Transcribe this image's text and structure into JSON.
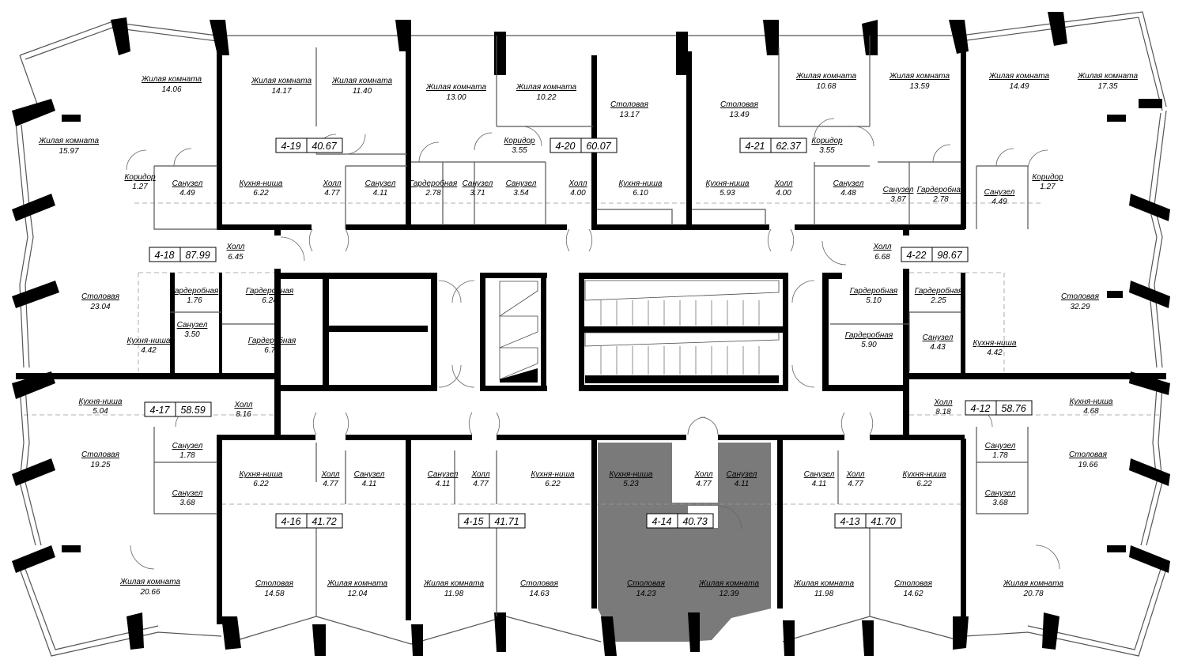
{
  "apartments": [
    {
      "id": "4-19",
      "area": "40.67"
    },
    {
      "id": "4-20",
      "area": "60.07"
    },
    {
      "id": "4-21",
      "area": "62.37"
    },
    {
      "id": "4-18",
      "area": "87.99"
    },
    {
      "id": "4-22",
      "area": "98.67"
    },
    {
      "id": "4-17",
      "area": "58.59"
    },
    {
      "id": "4-12",
      "area": "58.76"
    },
    {
      "id": "4-16",
      "area": "41.72"
    },
    {
      "id": "4-15",
      "area": "41.71"
    },
    {
      "id": "4-14",
      "area": "40.73"
    },
    {
      "id": "4-13",
      "area": "41.70"
    }
  ],
  "rooms": [
    {
      "name": "Жилая комната",
      "area": "14.06"
    },
    {
      "name": "Жилая комната",
      "area": "15.97"
    },
    {
      "name": "Коридор",
      "area": "1.27"
    },
    {
      "name": "Санузел",
      "area": "4.49"
    },
    {
      "name": "Жилая комната",
      "area": "14.17"
    },
    {
      "name": "Жилая комната",
      "area": "11.40"
    },
    {
      "name": "Кухня-ниша",
      "area": "6.22"
    },
    {
      "name": "Холл",
      "area": "4.77"
    },
    {
      "name": "Санузел",
      "area": "4.11"
    },
    {
      "name": "Жилая комната",
      "area": "13.00"
    },
    {
      "name": "Жилая комната",
      "area": "10.22"
    },
    {
      "name": "Коридор",
      "area": "3.55"
    },
    {
      "name": "Гардеробная",
      "area": "2.78"
    },
    {
      "name": "Санузел",
      "area": "3.71"
    },
    {
      "name": "Санузел",
      "area": "3.54"
    },
    {
      "name": "Холл",
      "area": "4.00"
    },
    {
      "name": "Столовая",
      "area": "13.17"
    },
    {
      "name": "Кухня-ниша",
      "area": "6.10"
    },
    {
      "name": "Столовая",
      "area": "13.49"
    },
    {
      "name": "Кухня-ниша",
      "area": "5.93"
    },
    {
      "name": "Холл",
      "area": "4.00"
    },
    {
      "name": "Жилая комната",
      "area": "10.68"
    },
    {
      "name": "Коридор",
      "area": "3.55"
    },
    {
      "name": "Санузел",
      "area": "4.48"
    },
    {
      "name": "Жилая комната",
      "area": "13.59"
    },
    {
      "name": "Санузел",
      "area": "3.87"
    },
    {
      "name": "Гардеробная",
      "area": "2.78"
    },
    {
      "name": "Жилая комната",
      "area": "14.49"
    },
    {
      "name": "Санузел",
      "area": "4.49"
    },
    {
      "name": "Жилая комната",
      "area": "17.35"
    },
    {
      "name": "Коридор",
      "area": "1.27"
    },
    {
      "name": "Холл",
      "area": "6.45"
    },
    {
      "name": "Столовая",
      "area": "23.04"
    },
    {
      "name": "Гардеробная",
      "area": "1.76"
    },
    {
      "name": "Гардеробная",
      "area": "6.24"
    },
    {
      "name": "Санузел",
      "area": "3.50"
    },
    {
      "name": "Кухня-ниша",
      "area": "4.42"
    },
    {
      "name": "Гардеробная",
      "area": "6.79"
    },
    {
      "name": "Холл",
      "area": "6.68"
    },
    {
      "name": "Гардеробная",
      "area": "5.10"
    },
    {
      "name": "Гардеробная",
      "area": "2.25"
    },
    {
      "name": "Столовая",
      "area": "32.29"
    },
    {
      "name": "Гардеробная",
      "area": "5.90"
    },
    {
      "name": "Санузел",
      "area": "4.43"
    },
    {
      "name": "Кухня-ниша",
      "area": "4.42"
    },
    {
      "name": "Кухня-ниша",
      "area": "5.04"
    },
    {
      "name": "Холл",
      "area": "8.16"
    },
    {
      "name": "Холл",
      "area": "8.18"
    },
    {
      "name": "Кухня-ниша",
      "area": "4.68"
    },
    {
      "name": "Столовая",
      "area": "19.25"
    },
    {
      "name": "Санузел",
      "area": "1.78"
    },
    {
      "name": "Санузел",
      "area": "3.68"
    },
    {
      "name": "Кухня-ниша",
      "area": "6.22"
    },
    {
      "name": "Холл",
      "area": "4.77"
    },
    {
      "name": "Санузел",
      "area": "4.11"
    },
    {
      "name": "Санузел",
      "area": "4.11"
    },
    {
      "name": "Холл",
      "area": "4.77"
    },
    {
      "name": "Кухня-ниша",
      "area": "6.22"
    },
    {
      "name": "Кухня-ниша",
      "area": "5.23"
    },
    {
      "name": "Холл",
      "area": "4.77"
    },
    {
      "name": "Санузел",
      "area": "4.11"
    },
    {
      "name": "Санузел",
      "area": "4.11"
    },
    {
      "name": "Холл",
      "area": "4.77"
    },
    {
      "name": "Кухня-ниша",
      "area": "6.22"
    },
    {
      "name": "Санузел",
      "area": "1.78"
    },
    {
      "name": "Столовая",
      "area": "19.66"
    },
    {
      "name": "Санузел",
      "area": "3.68"
    },
    {
      "name": "Жилая комната",
      "area": "20.66"
    },
    {
      "name": "Столовая",
      "area": "14.58"
    },
    {
      "name": "Жилая комната",
      "area": "12.04"
    },
    {
      "name": "Жилая комната",
      "area": "11.98"
    },
    {
      "name": "Столовая",
      "area": "14.63"
    },
    {
      "name": "Столовая",
      "area": "14.23"
    },
    {
      "name": "Жилая комната",
      "area": "12.39"
    },
    {
      "name": "Жилая комната",
      "area": "11.98"
    },
    {
      "name": "Столовая",
      "area": "14.62"
    },
    {
      "name": "Жилая комната",
      "area": "20.78"
    }
  ],
  "colors": {
    "walls": "#000000",
    "highlight": "#7a7a7a",
    "background": "#ffffff"
  }
}
